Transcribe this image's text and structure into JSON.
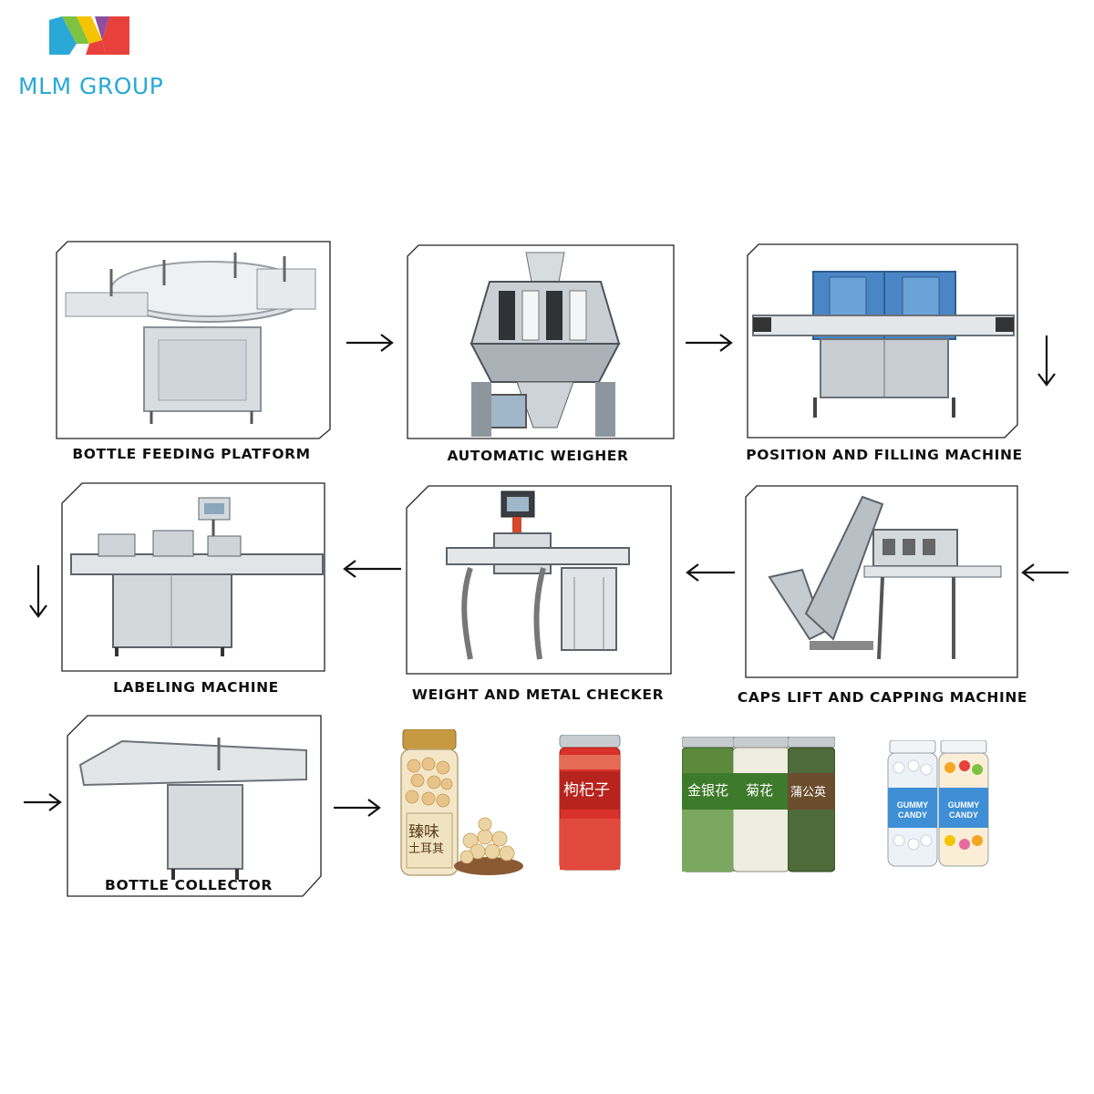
{
  "brand": {
    "name": "MLM GROUP",
    "colors": {
      "blue": "#2aa9d6",
      "green": "#7ec242",
      "yellow": "#f5c400",
      "red": "#e8413c",
      "purple": "#8e4fa0"
    }
  },
  "steps": [
    {
      "label": "BOTTLE FEEDING PLATFORM",
      "icon": "rotary-table-machine"
    },
    {
      "label": "AUTOMATIC WEIGHER",
      "icon": "multihead-weigher-machine"
    },
    {
      "label": "POSITION AND FILLING MACHINE",
      "icon": "filling-machine"
    },
    {
      "label": "CAPS LIFT AND CAPPING MACHINE",
      "icon": "capping-machine"
    },
    {
      "label": "WEIGHT AND METAL CHECKER",
      "icon": "checkweigher-machine"
    },
    {
      "label": "LABELING MACHINE",
      "icon": "labeling-machine"
    },
    {
      "label": "BOTTLE COLLECTOR",
      "icon": "collector-table-machine"
    }
  ],
  "products": {
    "jar1": {
      "label_top": "臻味",
      "label_bottom": "土耳其"
    },
    "jar2": {
      "label": "枸杞子"
    },
    "jar3": {
      "label": "金银花"
    },
    "jar4": {
      "label": "菊花"
    },
    "jar5": {
      "label": "蒲公英"
    },
    "jar6": {
      "label": "GUMMY CANDY"
    },
    "jar7": {
      "label": "GUMMY CANDY"
    }
  }
}
